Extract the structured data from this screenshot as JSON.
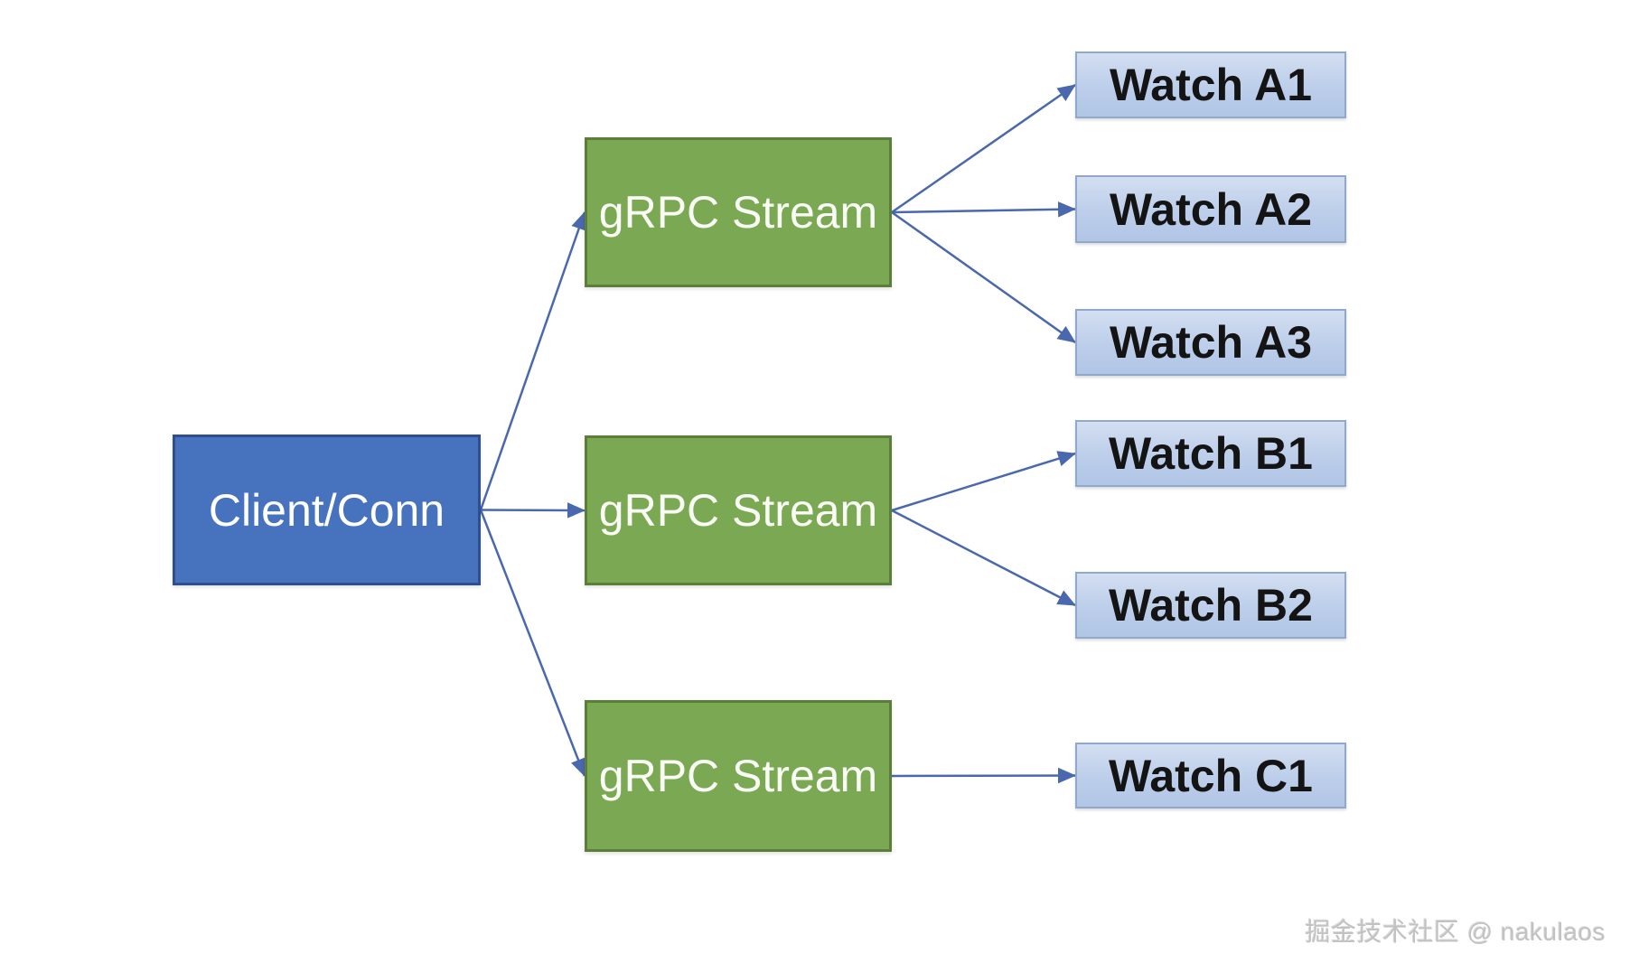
{
  "colors": {
    "background": "#ffffff",
    "client_fill": "#4672BE",
    "client_border": "#2E4E8F",
    "stream_fill": "#7BA852",
    "stream_border": "#5D7E3A",
    "watch_fill_top": "#D3DEF1",
    "watch_fill_mid": "#BCCEEA",
    "watch_fill_bottom": "#B1C5E6",
    "watch_border": "#90A8CC",
    "watch_text": "#141414",
    "arrow": "#4A68AE",
    "watermark": "#C2C2C2"
  },
  "nodes": {
    "client": {
      "label": "Client/Conn"
    },
    "stream1": {
      "label": "gRPC Stream"
    },
    "stream2": {
      "label": "gRPC Stream"
    },
    "stream3": {
      "label": "gRPC Stream"
    },
    "watchA1": {
      "label": "Watch A1"
    },
    "watchA2": {
      "label": "Watch A2"
    },
    "watchA3": {
      "label": "Watch A3"
    },
    "watchB1": {
      "label": "Watch B1"
    },
    "watchB2": {
      "label": "Watch B2"
    },
    "watchC1": {
      "label": "Watch C1"
    }
  },
  "edges": [
    {
      "from": "client",
      "to": "stream1"
    },
    {
      "from": "client",
      "to": "stream2"
    },
    {
      "from": "client",
      "to": "stream3"
    },
    {
      "from": "stream1",
      "to": "watchA1"
    },
    {
      "from": "stream1",
      "to": "watchA2"
    },
    {
      "from": "stream1",
      "to": "watchA3"
    },
    {
      "from": "stream2",
      "to": "watchB1"
    },
    {
      "from": "stream2",
      "to": "watchB2"
    },
    {
      "from": "stream3",
      "to": "watchC1"
    }
  ],
  "watermark": {
    "text": "掘金技术社区 @ nakulaos"
  }
}
